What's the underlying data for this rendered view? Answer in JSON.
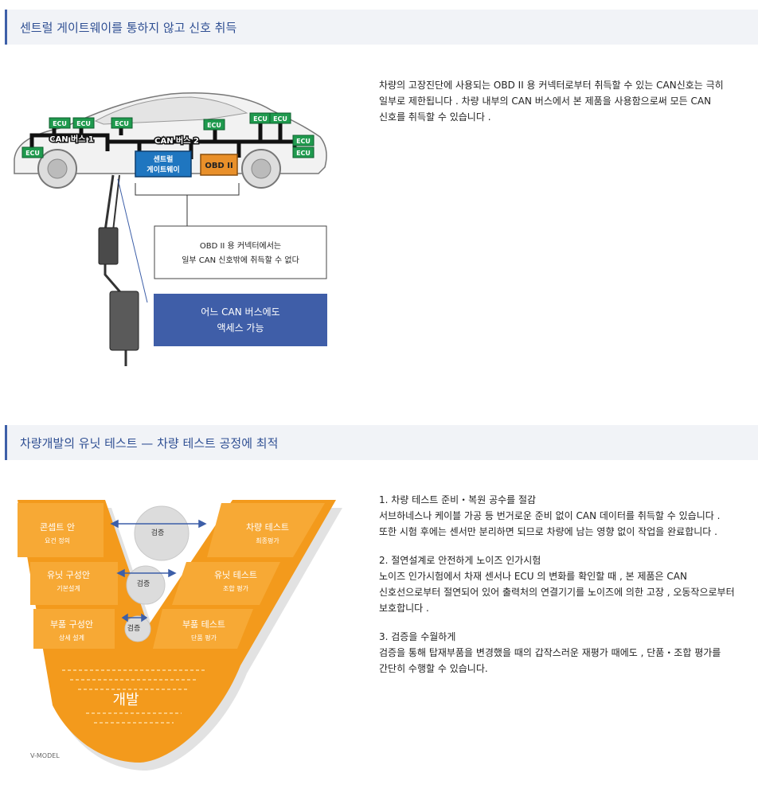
{
  "section1": {
    "title": "센트럴 게이트웨이를 통하지 않고 신호 취득",
    "desc_lines": [
      "차량의 고장진단에 사용되는 OBD II 용 커넥터로부터 취득할 수 있는 CAN신호는 극히",
      "일부로 제한됩니다 . 차량 내부의 CAN 버스에서 본 제품을 사용함으로써 모든 CAN",
      "신호를 취득할 수 있습니다 ."
    ],
    "diagram": {
      "ecu_label": "ECU",
      "can_bus_1": "CAN 버스 1",
      "can_bus_2": "CAN 버스 2",
      "gateway_line1": "센트럴",
      "gateway_line2": "게이트웨이",
      "obd_label": "OBD II",
      "callout_line1": "OBD II 용 커넥터에서는",
      "callout_line2": "일부 CAN 신호밖에 취득할 수 없다",
      "blue_line1": "어느 CAN 버스에도",
      "blue_line2": "액세스 가능"
    }
  },
  "section2": {
    "title": "차량개발의 유닛 테스트 — 차량 테스트 공정에 최적",
    "items": [
      {
        "heading": "1. 차량 테스트 준비・복원 공수를 절감",
        "lines": [
          "서브하네스나 케이블 가공 등 번거로운 준비 없이 CAN 데이터를 취득할 수 있습니다 .",
          "또한 시험 후에는 센서만 분리하면 되므로 차량에 남는 영향 없이 작업을 완료합니다 ."
        ]
      },
      {
        "heading": "2. 절연설계로 안전하게 노이즈 인가시험",
        "lines": [
          "노이즈 인가시험에서 차재 센서나 ECU 의 변화를 확인할 때 , 본 제품은 CAN",
          "신호선으로부터 절연되어 있어 출력처의 연결기기를 노이즈에 의한 고장 , 오동작으로부터",
          "보호합니다 ."
        ]
      },
      {
        "heading": "3. 검증을 수월하게",
        "lines": [
          "검증을 통해 탑재부품을 변경했을 때의 갑작스러운 재평가 때에도 , 단품・조합 평가를",
          "간단히 수행할 수 있습니다."
        ]
      }
    ],
    "vmodel": {
      "left": [
        {
          "title": "콘셉트 안",
          "sub": "요건 정의"
        },
        {
          "title": "유닛 구성안",
          "sub": "기본설계"
        },
        {
          "title": "부품  구성안",
          "sub": "상세 설계"
        }
      ],
      "right": [
        {
          "title": "차량 테스트",
          "sub": "최종평가"
        },
        {
          "title": "유닛 테스트",
          "sub": "조합 평가"
        },
        {
          "title": "부품 테스트",
          "sub": "단품 평가"
        }
      ],
      "verify": "검증",
      "dev": "개발",
      "model_label": "V-MODEL"
    }
  },
  "colors": {
    "accent": "#3d5fa8",
    "orange": "#f39a1c",
    "ecu_green": "#1f9a4e",
    "gateway_blue": "#1f76c0",
    "obd_orange": "#e9902a"
  }
}
